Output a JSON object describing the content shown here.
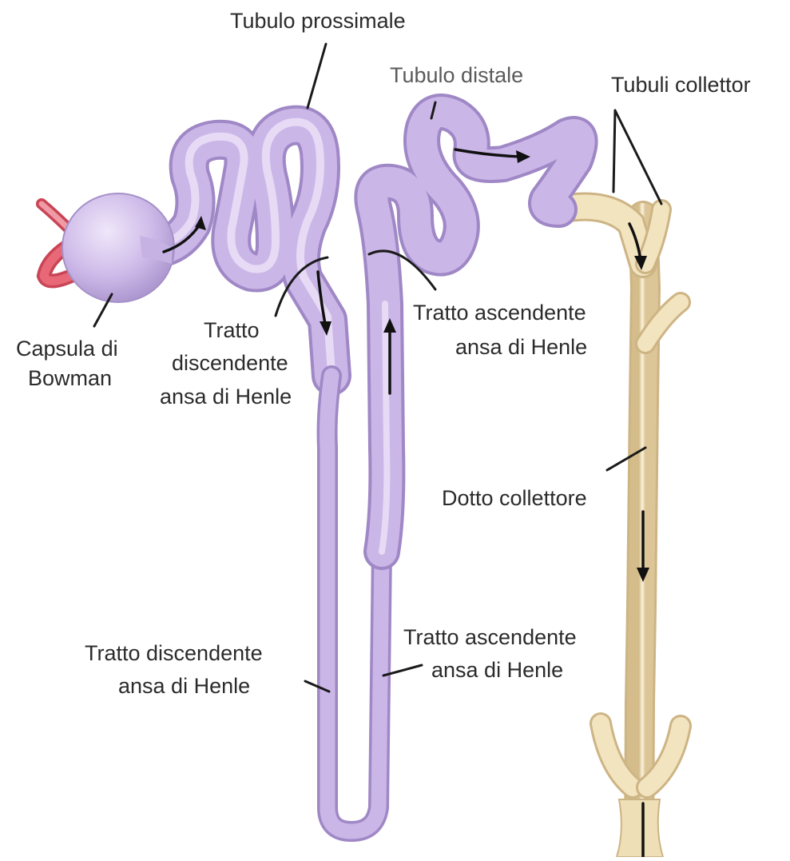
{
  "labels": {
    "tubulo_prossimale": "Tubulo prossimale",
    "tubulo_distale": "Tubulo distale",
    "tubuli_collettori": "Tubuli collettor",
    "capsula_line1": "Capsula di",
    "capsula_line2": "Bowman",
    "discendente_upper_line1": "Tratto",
    "discendente_upper_line2": "discendente",
    "discendente_upper_line3": "ansa di Henle",
    "ascendente_upper_line1": "Tratto ascendente",
    "ascendente_upper_line2": "ansa di Henle",
    "dotto_collettore": "Dotto collettore",
    "discendente_lower_line1": "Tratto discendente",
    "discendente_lower_line2": "ansa di Henle",
    "ascendente_lower_line1": "Tratto ascendente",
    "ascendente_lower_line2": "ansa di Henle"
  },
  "colors": {
    "nephron": "#c9b3e6",
    "nephron_light": "#e3d6f4",
    "nephron_dark": "#a892cc",
    "duct": "#eedbb0",
    "duct_light": "#f8eed3",
    "duct_dark": "#d4bd8a",
    "vessel": "#e05a6a",
    "vessel_light": "#f3a3ad",
    "leader": "#1a1a1a",
    "text": "#2b2b2b"
  }
}
